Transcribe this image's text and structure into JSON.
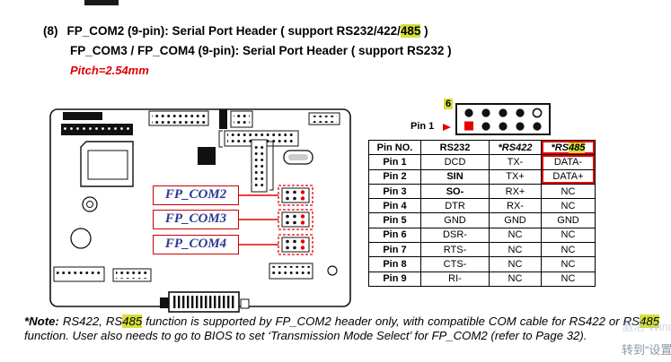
{
  "doc": {
    "heading": {
      "number": "(8)",
      "line1_pre": "FP_COM2 (9-pin): Serial Port Header ( support RS232/422/",
      "line1_hl": "485",
      "line1_post": " )",
      "line2": "FP_COM3 / FP_COM4 (9-pin): Serial Port Header ( support RS232 )",
      "pitch": "Pitch=2.54mm"
    },
    "board_labels": [
      "FP_COM2",
      "FP_COM3",
      "FP_COM4"
    ],
    "pin_diagram": {
      "pin6": "6",
      "pin1": "Pin 1"
    },
    "table": {
      "headers": {
        "col0": "Pin NO.",
        "col1": "RS232",
        "col2": "*RS422",
        "col3_pre": "*RS",
        "col3_hl": "485"
      },
      "rows": [
        [
          "Pin 1",
          "DCD",
          "TX-",
          "DATA-"
        ],
        [
          "Pin 2",
          "SIN",
          "TX+",
          "DATA+"
        ],
        [
          "Pin 3",
          "SO-",
          "RX+",
          "NC"
        ],
        [
          "Pin 4",
          "DTR",
          "RX-",
          "NC"
        ],
        [
          "Pin 5",
          "GND",
          "GND",
          "GND"
        ],
        [
          "Pin 6",
          "DSR-",
          "NC",
          "NC"
        ],
        [
          "Pin 7",
          "RTS-",
          "NC",
          "NC"
        ],
        [
          "Pin 8",
          "CTS-",
          "NC",
          "NC"
        ],
        [
          "Pin 9",
          "RI-",
          "NC",
          "NC"
        ]
      ]
    },
    "note": {
      "label": "*Note:",
      "seg1": " RS422, RS",
      "hl1": "485",
      "seg2": " function is supported by FP_COM2 header only, with compatible COM cable for RS422 or RS",
      "hl2": "485",
      "seg3": " function. User also needs to go to BIOS to set ‘Transmission Mode Select’ for FP_COM2 (refer to Page 32)."
    },
    "watermark": {
      "line1": "激活 Windows",
      "line2": "转到“设置”"
    }
  }
}
